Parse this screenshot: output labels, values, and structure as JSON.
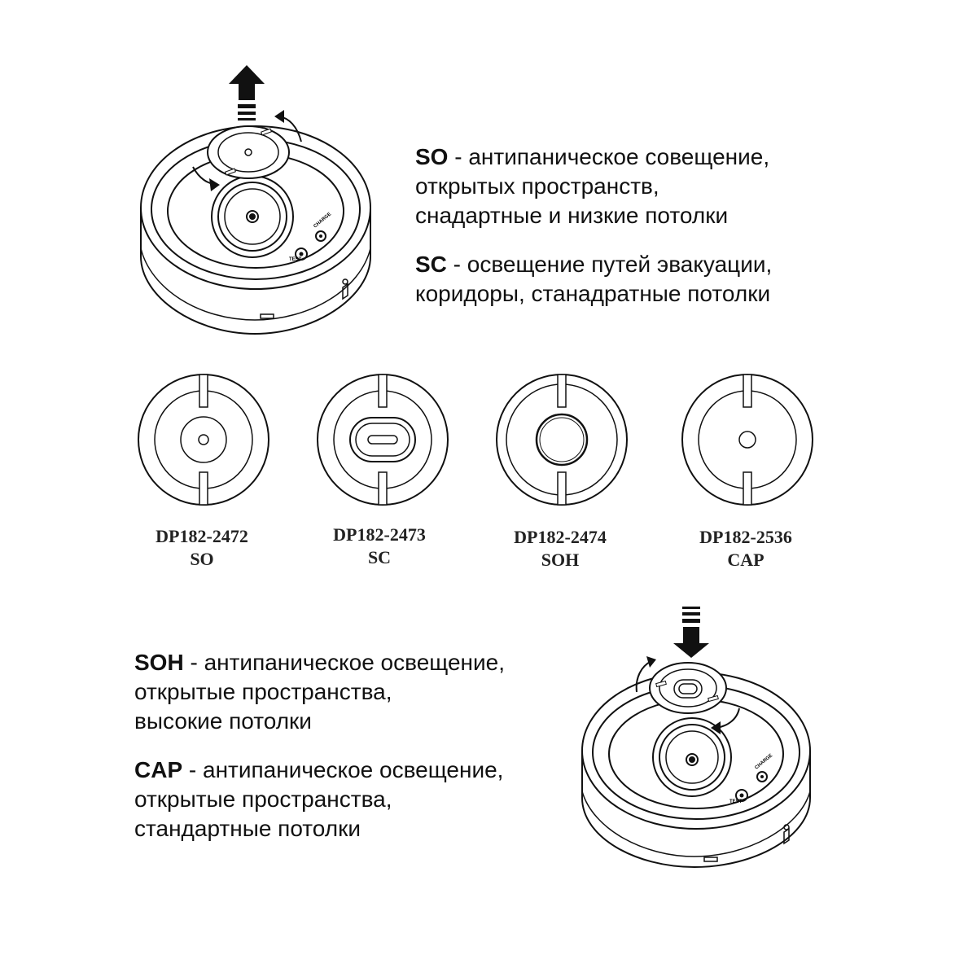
{
  "descriptions": {
    "top": [
      {
        "code": "SO",
        "text": " - антипаническое совещение,",
        "lines": [
          "открытых пространств,",
          "снадартные и низкие потолки"
        ]
      },
      {
        "code": "SC",
        "text": " - освещение путей эвакуации,",
        "lines": [
          "коридоры, станадратные потолки"
        ]
      }
    ],
    "bottom": [
      {
        "code": "SOH",
        "text": " - антипаническое освещение,",
        "lines": [
          "открытые пространства,",
          "высокие потолки"
        ]
      },
      {
        "code": "CAP",
        "text": " - антипаническое освещение,",
        "lines": [
          "открытые пространства,",
          "стандартные потолки"
        ]
      }
    ]
  },
  "lenses": [
    {
      "model": "DP182-2472",
      "type": "SO"
    },
    {
      "model": "DP182-2473",
      "type": "SC"
    },
    {
      "model": "DP182-2474",
      "type": "SOH"
    },
    {
      "model": "DP182-2536",
      "type": "CAP"
    }
  ],
  "device_labels": {
    "charge": "CHARGE",
    "test": "TEST"
  },
  "icons": {
    "top_arrow": "arrow-up-icon",
    "bottom_arrow": "arrow-down-icon",
    "rotate": "rotate-arrow-icon"
  }
}
